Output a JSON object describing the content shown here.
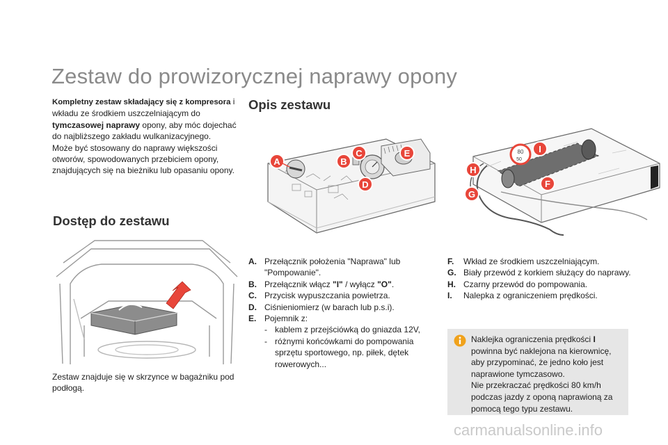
{
  "page": {
    "title": "Zestaw do prowizorycznej naprawy opony"
  },
  "intro": {
    "lead": "Kompletny zestaw składający się z kompresora",
    "part1": " i wkładu ze środkiem uszczelniającym do ",
    "bold": "tymczasowej naprawy",
    "part2": " opony, aby móc dojechać do najbliższego zakładu wulkanizacyjnego.",
    "para2": "Może być stosowany do naprawy większości otworów, spowodowanych przebiciem opony, znajdujących się na bieżniku lub opasaniu opony."
  },
  "sections": {
    "opis": "Opis zestawu",
    "dostep": "Dostęp do zestawu"
  },
  "access": {
    "caption": "Zestaw znajduje się w skrzynce w bagażniku pod podłogą."
  },
  "callouts": {
    "A": "A",
    "B": "B",
    "C": "C",
    "D": "D",
    "E": "E",
    "F": "F",
    "G": "G",
    "H": "H",
    "I": "I",
    "speed_top": "80",
    "speed_bottom": "50"
  },
  "list_left": [
    {
      "key": "A.",
      "text": "Przełącznik położenia \"Naprawa\" lub \"Pompowanie\"."
    },
    {
      "key": "B.",
      "pre": "Przełącznik włącz ",
      "b1": "\"I\"",
      "mid": " / wyłącz ",
      "b2": "\"O\"",
      "post": "."
    },
    {
      "key": "C.",
      "text": "Przycisk wypuszczania powietrza."
    },
    {
      "key": "D.",
      "text": "Ciśnieniomierz (w barach lub p.s.i)."
    },
    {
      "key": "E.",
      "text": "Pojemnik z:"
    }
  ],
  "list_sub": [
    {
      "dash": "-",
      "text": "kablem z przejściówką do gniazda 12V,"
    },
    {
      "dash": "-",
      "text": "różnymi końcówkami do pompowania sprzętu sportowego, np. piłek, dętek rowerowych..."
    }
  ],
  "list_right": [
    {
      "key": "F.",
      "text": "Wkład ze środkiem uszczelniającym."
    },
    {
      "key": "G.",
      "text": "Biały przewód z korkiem służący do naprawy."
    },
    {
      "key": "H.",
      "text": "Czarny przewód do pompowania."
    },
    {
      "key": "I.",
      "text": "Nalepka z ograniczeniem prędkości."
    }
  ],
  "info": {
    "pre": "Naklejka ograniczenia prędkości ",
    "bold": "I",
    "post": " powinna być naklejona na kierownicę, aby przypominać, że jedno koło jest naprawione tymczasowo.",
    "para2": "Nie przekraczać prędkości 80 km/h podczas jazdy z oponą naprawioną za pomocą tego typu zestawu."
  },
  "watermark": "carmanualsonline.info",
  "colors": {
    "callout": "#e8463a",
    "info_bg": "#e6e6e6",
    "info_icon": "#f0a21c",
    "title": "#8a8a8a"
  }
}
